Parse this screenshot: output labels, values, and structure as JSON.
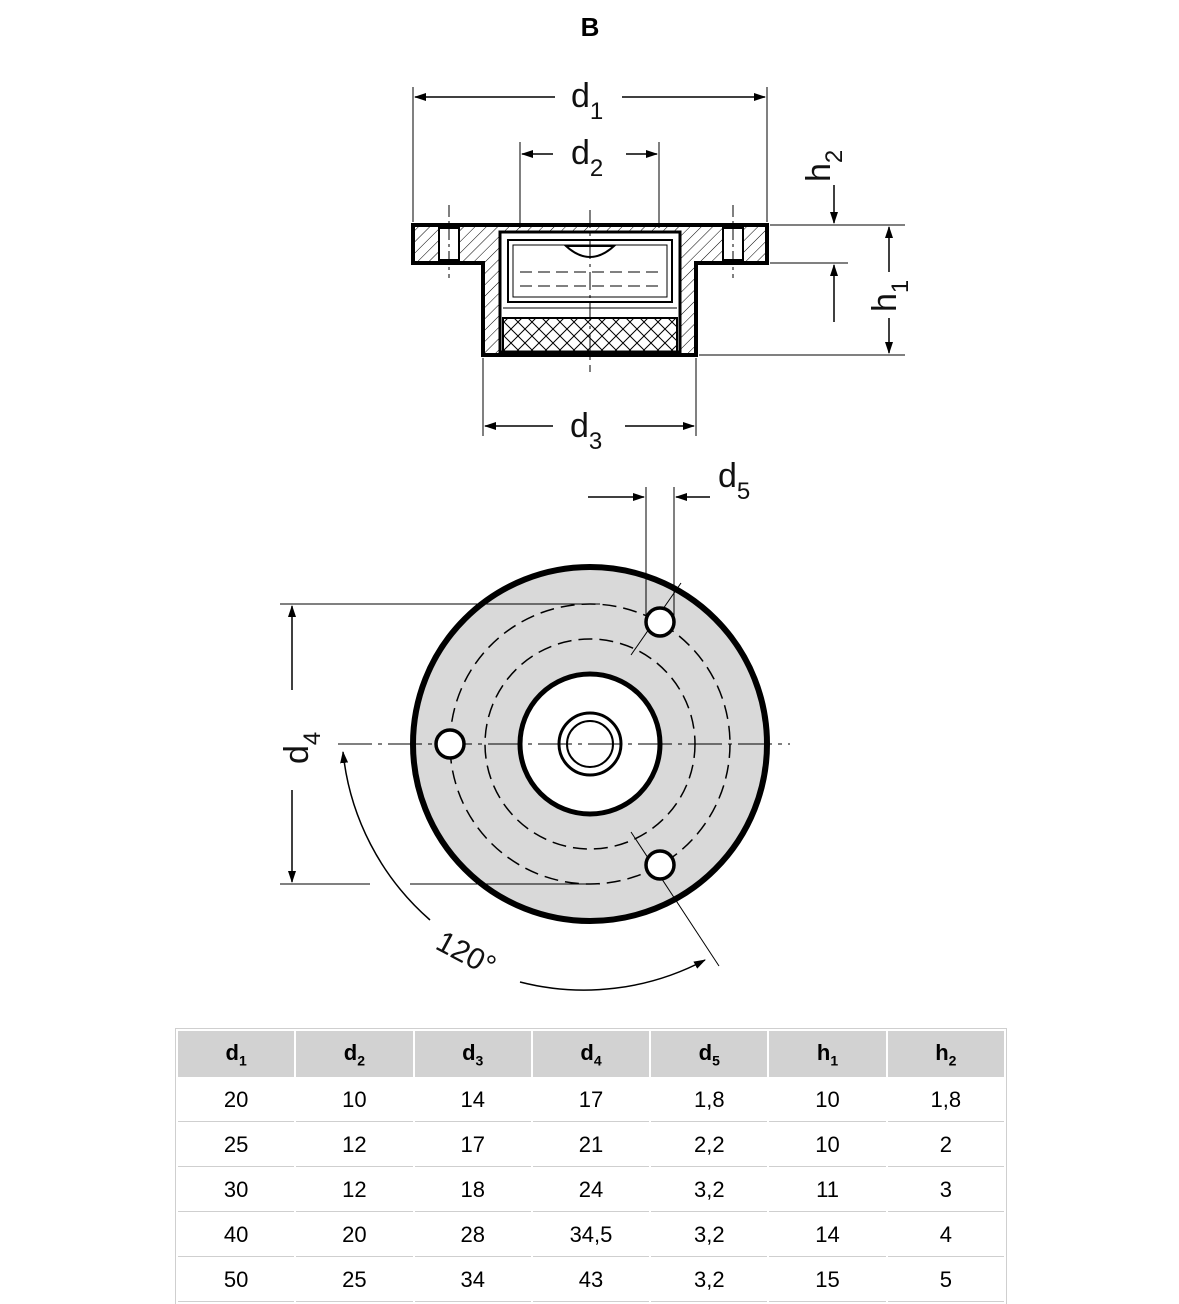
{
  "view_title": "B",
  "section_labels": {
    "d1": "d",
    "d1_sub": "1",
    "d2": "d",
    "d2_sub": "2",
    "d3": "d",
    "d3_sub": "3",
    "h1": "h",
    "h1_sub": "1",
    "h2": "h",
    "h2_sub": "2"
  },
  "plan_labels": {
    "d4": "d",
    "d4_sub": "4",
    "d5": "d",
    "d5_sub": "5",
    "angle": "120°"
  },
  "table": {
    "headers": [
      {
        "main": "d",
        "sub": "1"
      },
      {
        "main": "d",
        "sub": "2"
      },
      {
        "main": "d",
        "sub": "3"
      },
      {
        "main": "d",
        "sub": "4"
      },
      {
        "main": "d",
        "sub": "5"
      },
      {
        "main": "h",
        "sub": "1"
      },
      {
        "main": "h",
        "sub": "2"
      }
    ],
    "rows": [
      [
        "20",
        "10",
        "14",
        "17",
        "1,8",
        "10",
        "1,8"
      ],
      [
        "25",
        "12",
        "17",
        "21",
        "2,2",
        "10",
        "2"
      ],
      [
        "30",
        "12",
        "18",
        "24",
        "3,2",
        "11",
        "3"
      ],
      [
        "40",
        "20",
        "28",
        "34,5",
        "3,2",
        "14",
        "4"
      ],
      [
        "50",
        "25",
        "34",
        "43",
        "3,2",
        "15",
        "5"
      ]
    ]
  },
  "colors": {
    "plate_fill": "#d9d9d9",
    "header_fill": "#d2d2d2",
    "line": "#000000"
  }
}
